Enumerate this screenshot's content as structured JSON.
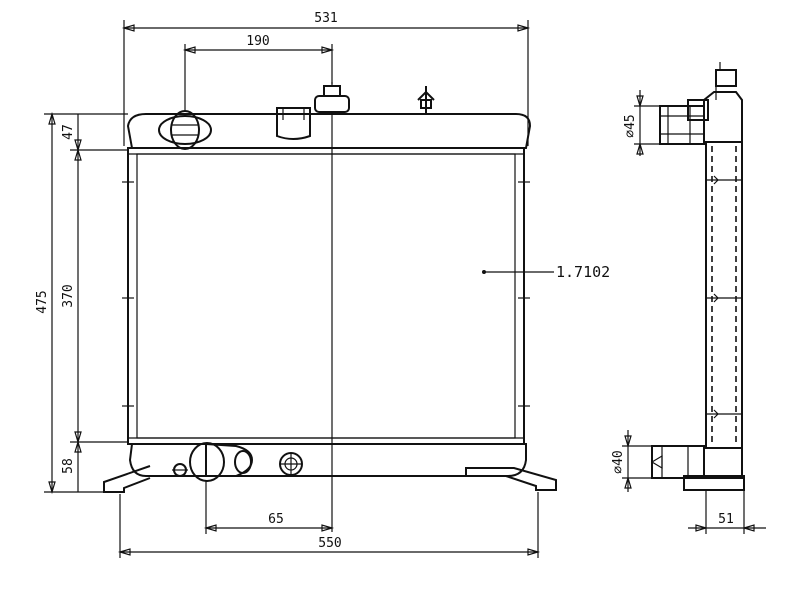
{
  "drawing": {
    "part_number": "1.7102",
    "dimensions": {
      "overall_top_width": "531",
      "inlet_offset": "190",
      "total_height": "475",
      "top_tank_height": "47",
      "core_height": "370",
      "bottom_tank_height": "58",
      "outlet_offset": "65",
      "overall_bottom_width": "550",
      "inlet_diameter": "⌀45",
      "outlet_diameter": "⌀40",
      "depth": "51"
    }
  }
}
